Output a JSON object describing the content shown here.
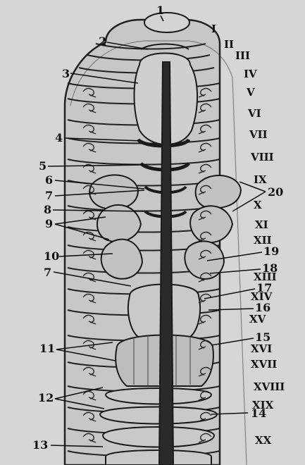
{
  "figure": {
    "number_labels": [
      "1",
      "2",
      "3",
      "4",
      "5",
      "6",
      "7",
      "8",
      "9",
      "10",
      "7",
      "19",
      "18",
      "17",
      "16",
      "15",
      "11",
      "12",
      "14",
      "13",
      "20"
    ],
    "segment_labels": [
      "I",
      "II",
      "III",
      "IV",
      "V",
      "VI",
      "VII",
      "VIII",
      "IX",
      "X",
      "XI",
      "XII",
      "XIII",
      "XIV",
      "XV",
      "XVI",
      "XVII",
      "XVIII",
      "XIX",
      "XX"
    ]
  }
}
